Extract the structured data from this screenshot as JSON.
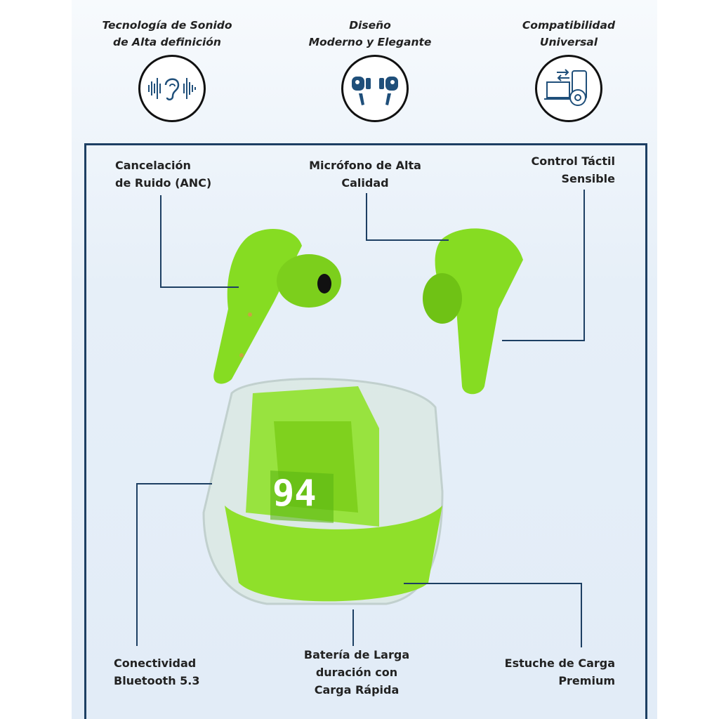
{
  "features": [
    {
      "line1": "Tecnología de Sonido",
      "line2": "de Alta definición",
      "icon": "ear-sound-wave-icon"
    },
    {
      "line1": "Diseño",
      "line2": "Moderno y Elegante",
      "icon": "earbuds-icon"
    },
    {
      "line1": "Compatibilidad",
      "line2": "Universal",
      "icon": "devices-gear-icon"
    }
  ],
  "callouts": {
    "anc": {
      "line1": "Cancelación",
      "line2": "de Ruido (ANC)"
    },
    "mic": {
      "line1": "Micrófono de Alta",
      "line2": "Calidad"
    },
    "touch": {
      "line1": "Control Táctil",
      "line2": "Sensible"
    },
    "bluetooth": {
      "line1": "Conectividad",
      "line2": "Bluetooth 5.3"
    },
    "battery": {
      "line1": "Batería de Larga",
      "line2": "duración con",
      "line3": "Carga Rápida"
    },
    "case": {
      "line1": "Estuche de Carga",
      "line2": "Premium"
    }
  },
  "case_display": "94",
  "colors": {
    "accent_green": "#8ee52a",
    "frame_navy": "#1d3f63",
    "icon_blue": "#1f4f7a"
  }
}
